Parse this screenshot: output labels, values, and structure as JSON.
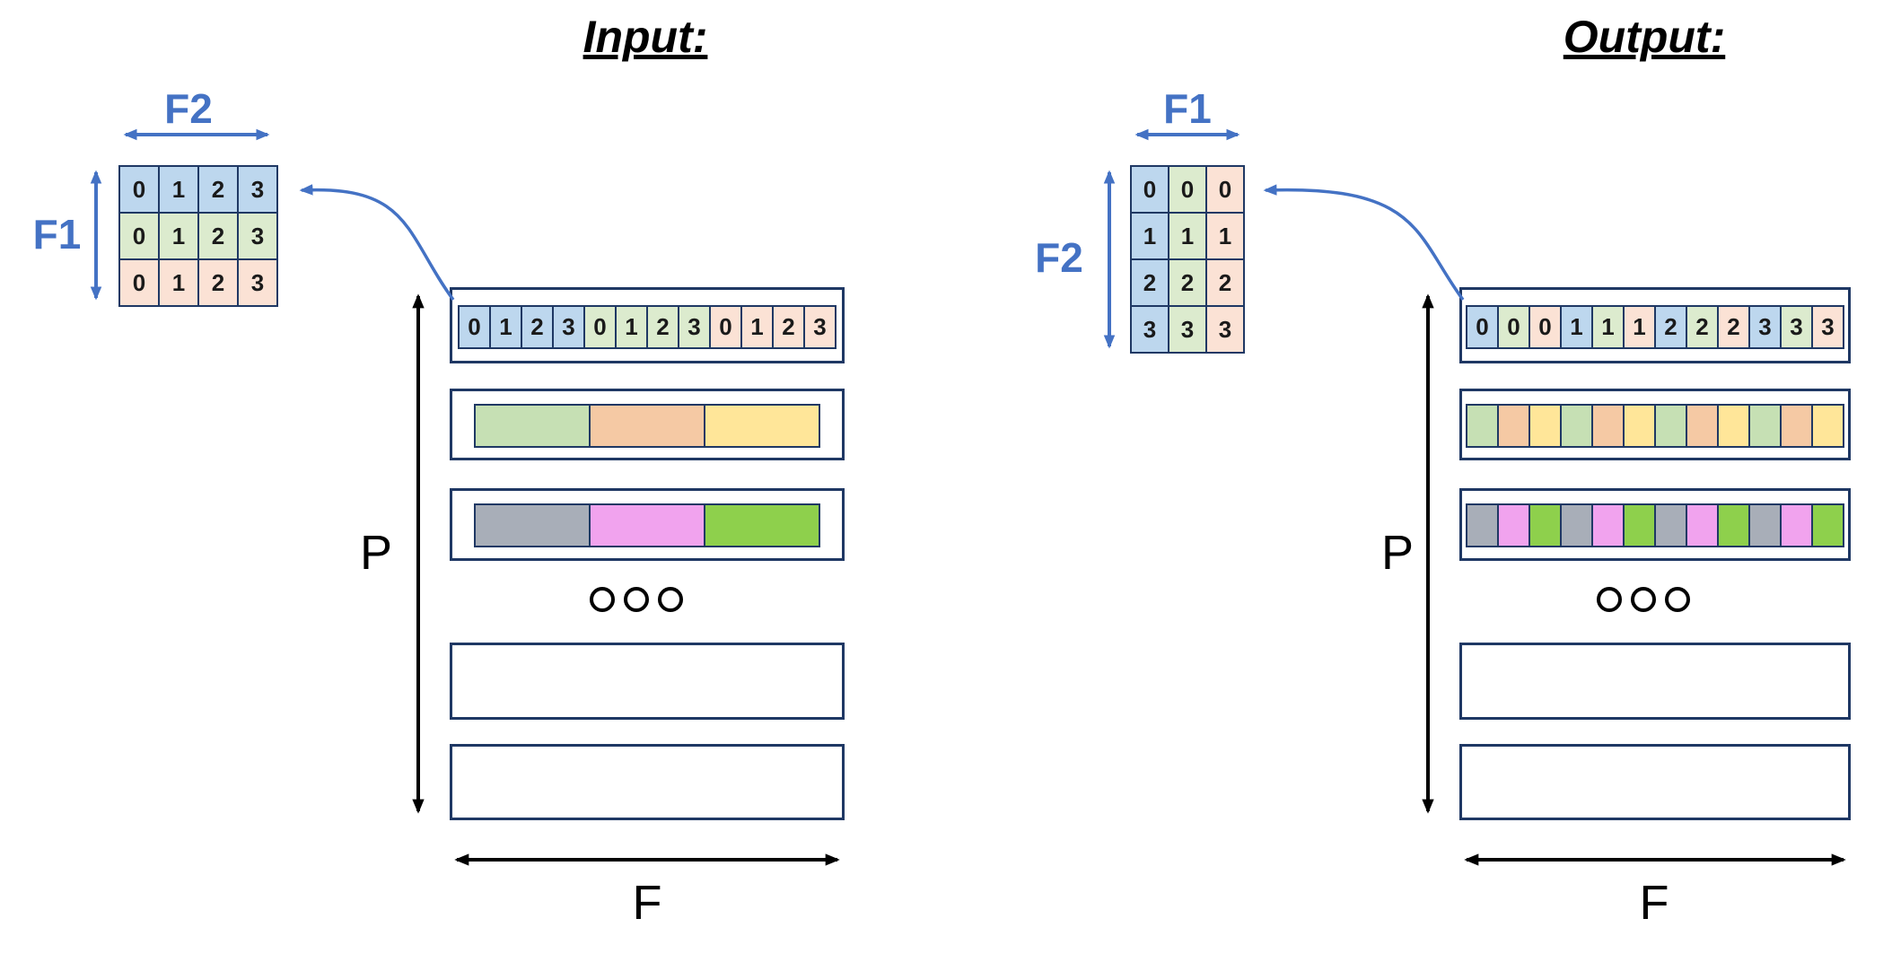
{
  "colors": {
    "border": "#1f3864",
    "accent": "#4472c4",
    "black": "#000000",
    "blue": "#bdd7ee",
    "green": "#dcebce",
    "peach": "#fbe2d5",
    "block_green": "#c6e0b4",
    "block_orange": "#f5c9a4",
    "block_yellow": "#ffe699",
    "block_gray": "#a8aeb8",
    "block_pink": "#f1a3ee",
    "block_brightgreen": "#8ed04c"
  },
  "input": {
    "title": "Input:",
    "filter_grid": {
      "cols_label": "F2",
      "rows_label": "F1",
      "rows": [
        [
          {
            "v": "0",
            "c": "blue"
          },
          {
            "v": "1",
            "c": "blue"
          },
          {
            "v": "2",
            "c": "blue"
          },
          {
            "v": "3",
            "c": "blue"
          }
        ],
        [
          {
            "v": "0",
            "c": "green"
          },
          {
            "v": "1",
            "c": "green"
          },
          {
            "v": "2",
            "c": "green"
          },
          {
            "v": "3",
            "c": "green"
          }
        ],
        [
          {
            "v": "0",
            "c": "peach"
          },
          {
            "v": "1",
            "c": "peach"
          },
          {
            "v": "2",
            "c": "peach"
          },
          {
            "v": "3",
            "c": "peach"
          }
        ]
      ]
    },
    "stack": {
      "height_label": "P",
      "width_label": "F",
      "row1": [
        {
          "v": "0",
          "c": "blue"
        },
        {
          "v": "1",
          "c": "blue"
        },
        {
          "v": "2",
          "c": "blue"
        },
        {
          "v": "3",
          "c": "blue"
        },
        {
          "v": "0",
          "c": "green"
        },
        {
          "v": "1",
          "c": "green"
        },
        {
          "v": "2",
          "c": "green"
        },
        {
          "v": "3",
          "c": "green"
        },
        {
          "v": "0",
          "c": "peach"
        },
        {
          "v": "1",
          "c": "peach"
        },
        {
          "v": "2",
          "c": "peach"
        },
        {
          "v": "3",
          "c": "peach"
        }
      ],
      "row2": [
        {
          "c": "block_green",
          "w": 126
        },
        {
          "c": "block_orange",
          "w": 126
        },
        {
          "c": "block_yellow",
          "w": 126
        }
      ],
      "row3": [
        {
          "c": "block_gray",
          "w": 126
        },
        {
          "c": "block_pink",
          "w": 126
        },
        {
          "c": "block_brightgreen",
          "w": 126
        }
      ]
    }
  },
  "output": {
    "title": "Output:",
    "filter_grid": {
      "cols_label": "F1",
      "rows_label": "F2",
      "rows": [
        [
          {
            "v": "0",
            "c": "blue"
          },
          {
            "v": "0",
            "c": "green"
          },
          {
            "v": "0",
            "c": "peach"
          }
        ],
        [
          {
            "v": "1",
            "c": "blue"
          },
          {
            "v": "1",
            "c": "green"
          },
          {
            "v": "1",
            "c": "peach"
          }
        ],
        [
          {
            "v": "2",
            "c": "blue"
          },
          {
            "v": "2",
            "c": "green"
          },
          {
            "v": "2",
            "c": "peach"
          }
        ],
        [
          {
            "v": "3",
            "c": "blue"
          },
          {
            "v": "3",
            "c": "green"
          },
          {
            "v": "3",
            "c": "peach"
          }
        ]
      ]
    },
    "stack": {
      "height_label": "P",
      "width_label": "F",
      "row1": [
        {
          "v": "0",
          "c": "blue"
        },
        {
          "v": "0",
          "c": "green"
        },
        {
          "v": "0",
          "c": "peach"
        },
        {
          "v": "1",
          "c": "blue"
        },
        {
          "v": "1",
          "c": "green"
        },
        {
          "v": "1",
          "c": "peach"
        },
        {
          "v": "2",
          "c": "blue"
        },
        {
          "v": "2",
          "c": "green"
        },
        {
          "v": "2",
          "c": "peach"
        },
        {
          "v": "3",
          "c": "blue"
        },
        {
          "v": "3",
          "c": "green"
        },
        {
          "v": "3",
          "c": "peach"
        }
      ],
      "row2": [
        {
          "c": "block_green"
        },
        {
          "c": "block_orange"
        },
        {
          "c": "block_yellow"
        },
        {
          "c": "block_green"
        },
        {
          "c": "block_orange"
        },
        {
          "c": "block_yellow"
        },
        {
          "c": "block_green"
        },
        {
          "c": "block_orange"
        },
        {
          "c": "block_yellow"
        },
        {
          "c": "block_green"
        },
        {
          "c": "block_orange"
        },
        {
          "c": "block_yellow"
        }
      ],
      "row3": [
        {
          "c": "block_gray"
        },
        {
          "c": "block_pink"
        },
        {
          "c": "block_brightgreen"
        },
        {
          "c": "block_gray"
        },
        {
          "c": "block_pink"
        },
        {
          "c": "block_brightgreen"
        },
        {
          "c": "block_gray"
        },
        {
          "c": "block_pink"
        },
        {
          "c": "block_brightgreen"
        },
        {
          "c": "block_gray"
        },
        {
          "c": "block_pink"
        },
        {
          "c": "block_brightgreen"
        }
      ]
    }
  }
}
